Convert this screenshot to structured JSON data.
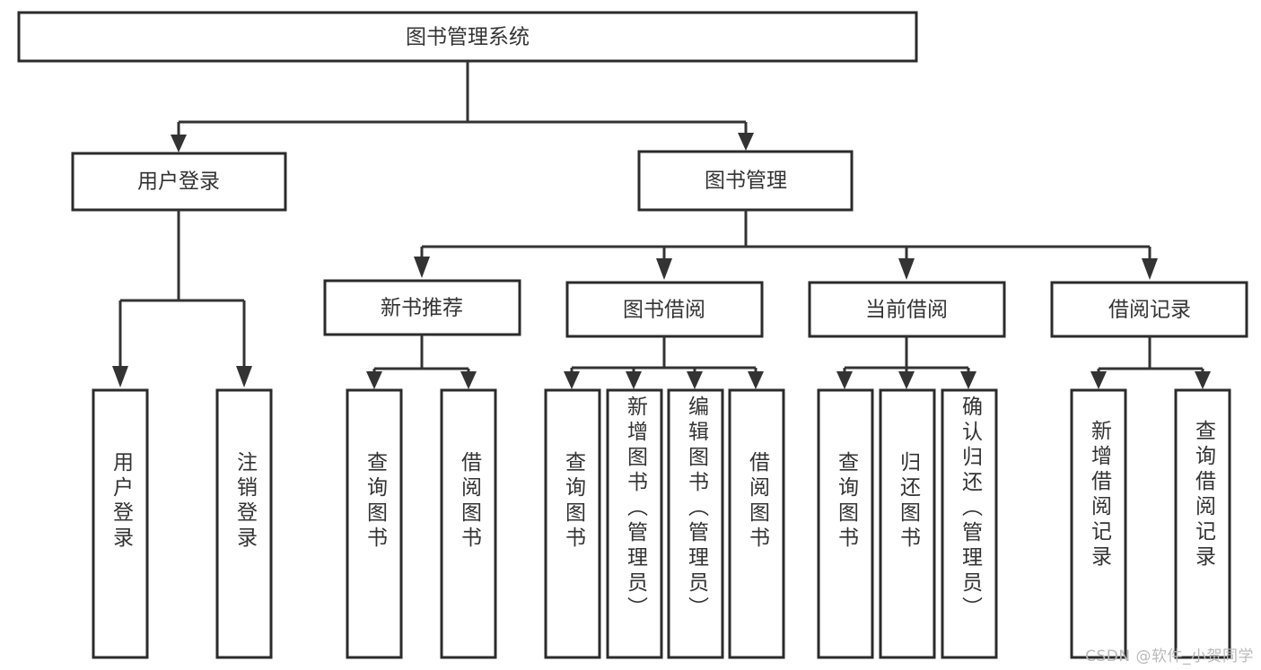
{
  "diagram": {
    "title": "图书管理系统",
    "type": "tree-hierarchy-chart",
    "colors": {
      "box_stroke": "#2b2b2b",
      "edge_stroke": "#333333",
      "box_fill": "#ffffff",
      "text": "#333333",
      "background": "#ffffff",
      "watermark": "#b9b9b9"
    },
    "root": {
      "label": "图书管理系统"
    },
    "level2": [
      {
        "id": "user-login",
        "label": "用户登录"
      },
      {
        "id": "book-manage",
        "label": "图书管理"
      }
    ],
    "level3": [
      {
        "id": "new-book-recommend",
        "label": "新书推荐",
        "parent": "book-manage"
      },
      {
        "id": "book-borrow",
        "label": "图书借阅",
        "parent": "book-manage"
      },
      {
        "id": "current-borrow",
        "label": "当前借阅",
        "parent": "book-manage"
      },
      {
        "id": "borrow-record",
        "label": "借阅记录",
        "parent": "book-manage"
      }
    ],
    "leaves": {
      "user-login": [
        {
          "id": "leaf-user-login",
          "label": "用户登录"
        },
        {
          "id": "leaf-user-logout",
          "label": "注销登录"
        }
      ],
      "new-book-recommend": [
        {
          "id": "leaf-query-book-1",
          "label": "查询图书"
        },
        {
          "id": "leaf-borrow-book-1",
          "label": "借阅图书"
        }
      ],
      "book-borrow": [
        {
          "id": "leaf-query-book-2",
          "label": "查询图书"
        },
        {
          "id": "leaf-add-book",
          "label": "新增图书（管理员）"
        },
        {
          "id": "leaf-edit-book",
          "label": "编辑图书（管理员）"
        },
        {
          "id": "leaf-borrow-book-2",
          "label": "借阅图书"
        }
      ],
      "current-borrow": [
        {
          "id": "leaf-query-book-3",
          "label": "查询图书"
        },
        {
          "id": "leaf-return-book",
          "label": "归还图书"
        },
        {
          "id": "leaf-confirm-return",
          "label": "确认归还（管理员）"
        }
      ],
      "borrow-record": [
        {
          "id": "leaf-add-record",
          "label": "新增借阅记录"
        },
        {
          "id": "leaf-query-record",
          "label": "查询借阅记录"
        }
      ]
    },
    "watermark": "CSDN @软件_小贺同学"
  }
}
